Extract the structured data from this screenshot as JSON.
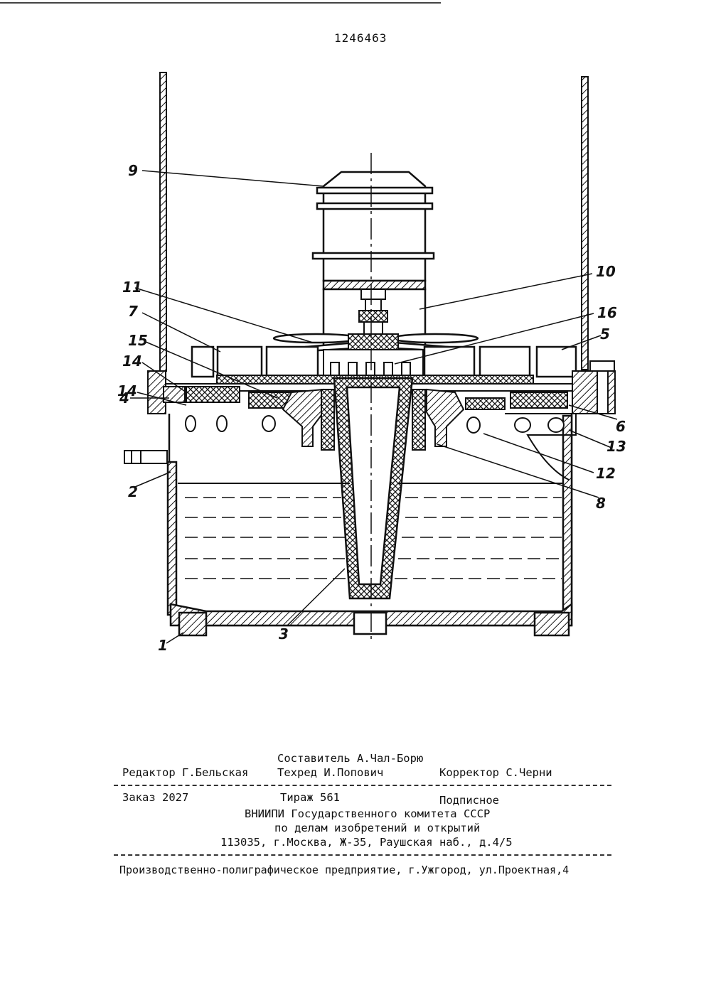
{
  "patent_number": "1246463",
  "callouts": {
    "c1": "1",
    "c2": "2",
    "c3": "3",
    "c4": "4",
    "c5": "5",
    "c6": "6",
    "c7": "7",
    "c8": "8",
    "c9": "9",
    "c10": "10",
    "c11": "11",
    "c12": "12",
    "c13": "13",
    "c14a": "14",
    "c14b": "14",
    "c15": "15",
    "c16": "16"
  },
  "imprint": {
    "compiler": "Составитель А.Чал-Борю",
    "editor": "Редактор Г.Бельская",
    "techred": "Техред И.Попович",
    "corrector": "Корректор С.Черни",
    "order": "Заказ 2027",
    "circulation": "Тираж 561",
    "subscription": "Подписное",
    "org_line1": "ВНИИПИ Государственного комитета СССР",
    "org_line2": "по делам изобретений и открытий",
    "address": "113035, г.Москва, Ж-35, Раушская наб., д.4/5",
    "printer": "Производственно-полиграфическое предприятие, г.Ужгород, ул.Проектная,4"
  }
}
